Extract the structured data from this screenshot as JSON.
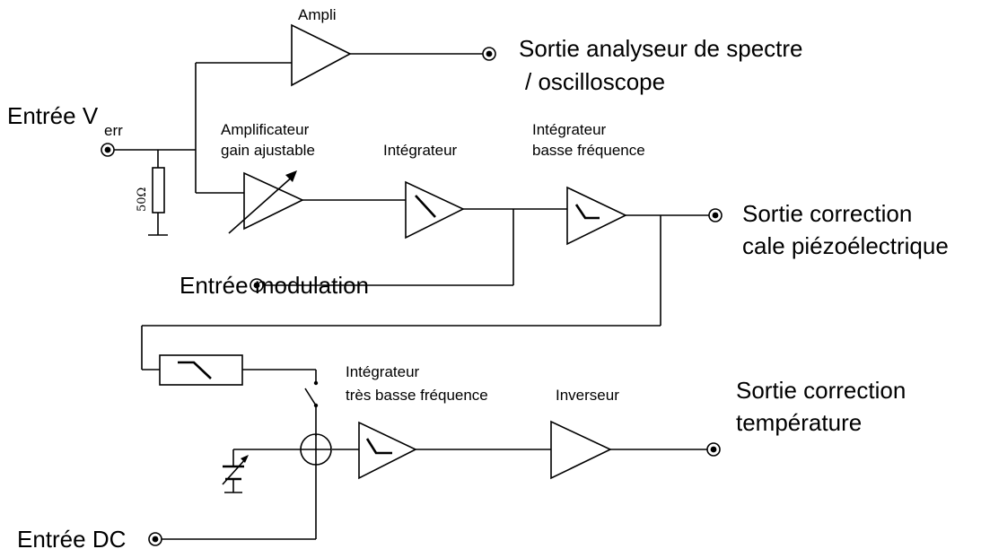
{
  "labels": {
    "ampli": "Ampli",
    "sortie_analyseur_1": "Sortie analyseur de spectre",
    "sortie_analyseur_2": "/ oscilloscope",
    "entree_verr_main": "Entrée V",
    "entree_verr_sub": "err",
    "resistor": "50Ω",
    "amplificateur_1": "Amplificateur",
    "amplificateur_2": "gain ajustable",
    "integrateur": "Intégrateur",
    "integrateur_bf_1": "Intégrateur",
    "integrateur_bf_2": "basse fréquence",
    "sortie_piezo_1": "Sortie correction",
    "sortie_piezo_2": "cale piézoélectrique",
    "entree_modulation": "Entrée modulation",
    "integrateur_tbf_1": "Intégrateur",
    "integrateur_tbf_2": "très basse fréquence",
    "inverseur": "Inverseur",
    "sortie_temperature_1": "Sortie correction",
    "sortie_temperature_2": "température",
    "entree_dc": "Entrée DC"
  }
}
